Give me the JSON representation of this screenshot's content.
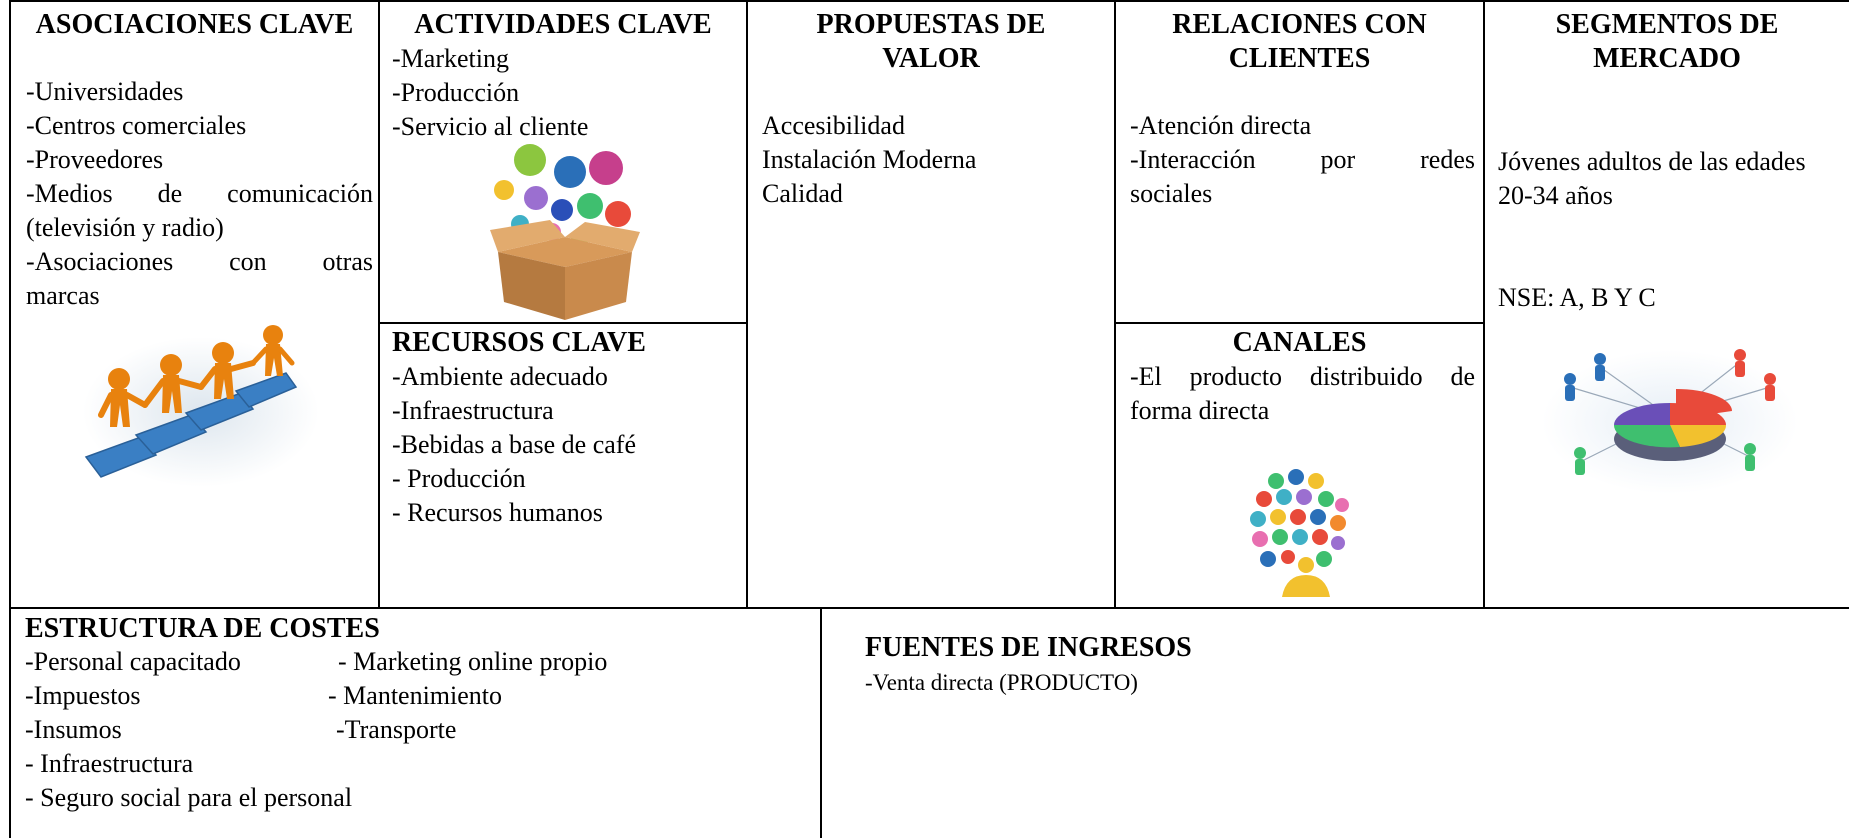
{
  "asociaciones": {
    "title": "ASOCIACIONES CLAVE",
    "items": [
      "-Universidades",
      "-Centros comerciales",
      "-Proveedores"
    ],
    "medios": [
      "-Medios",
      "de",
      "comunicación"
    ],
    "medios_2": "(televisión y radio)",
    "asoc": [
      "-Asociaciones",
      "con",
      "otras"
    ],
    "asoc_2": "marcas",
    "image_icon": "people-holding-hands-puzzle"
  },
  "actividades": {
    "title": "ACTIVIDADES CLAVE",
    "items": [
      "-Marketing",
      "-Producción",
      "-Servicio al cliente"
    ],
    "image_icon": "box-with-app-icons"
  },
  "recursos": {
    "title": "RECURSOS CLAVE",
    "items": [
      "-Ambiente adecuado",
      "-Infraestructura",
      "-Bebidas a base de café",
      "- Producción",
      "- Recursos humanos"
    ]
  },
  "propuestas": {
    "title_1": "PROPUESTAS DE",
    "title_2": "VALOR",
    "items": [
      "Accesibilidad",
      "Instalación Moderna",
      "Calidad"
    ]
  },
  "relaciones": {
    "title_1": "RELACIONES CON",
    "title_2": "CLIENTES",
    "item_1": "-Atención directa",
    "item_2": [
      "-Interacción",
      "por",
      "redes"
    ],
    "item_2b": "sociales"
  },
  "canales": {
    "title": "CANALES",
    "line_1": [
      "-El",
      "producto",
      "distribuido",
      "de"
    ],
    "line_2": "forma directa",
    "image_icon": "social-network-head-icons"
  },
  "segmentos": {
    "title_1": "SEGMENTOS DE",
    "title_2": "MERCADO",
    "line_1": "Jóvenes adultos de las edades",
    "line_2": "20-34 años",
    "nse": "NSE: A, B Y C",
    "image_icon": "pie-chart-people-network"
  },
  "costes": {
    "title": "ESTRUCTURA DE COSTES",
    "col_1": [
      "-Personal capacitado",
      "-Impuestos",
      "-Insumos"
    ],
    "col_2": [
      "- Marketing online propio",
      "- Mantenimiento",
      "-Transporte"
    ],
    "rest": [
      "- Infraestructura",
      "- Seguro social para el personal"
    ]
  },
  "ingresos": {
    "title": "FUENTES DE INGRESOS",
    "item": "-Venta directa (PRODUCTO)"
  },
  "colors": {
    "border": "#000000",
    "puzzle": "#3a7fc4",
    "figure": "#e8820e"
  }
}
